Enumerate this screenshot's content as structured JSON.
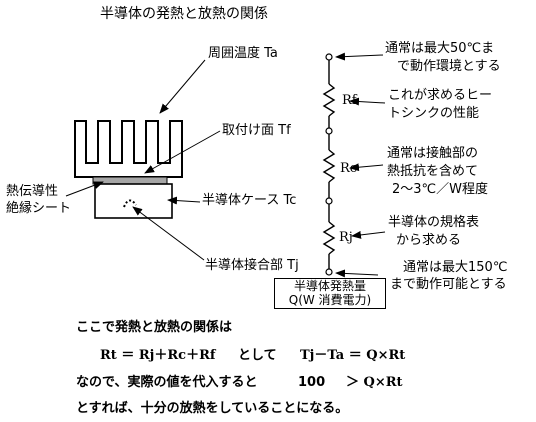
{
  "title": "半導体の発熱と放熱の関係",
  "labels": {
    "ambient": "周囲温度 Ta",
    "mount_surface": "取付け面 Tf",
    "insulating_sheet_1": "熱伝導性",
    "insulating_sheet_2": "絶縁シート",
    "case": "半導体ケース Tc",
    "junction": "半導体接合部 Tj"
  },
  "resistors": {
    "rf": "Rf",
    "rc": "Rc",
    "rj": "Rj"
  },
  "heat_box": {
    "line1": "半導体発熱量",
    "line2": "Q(W  消費電力)"
  },
  "notes": {
    "ta_1": "通常は最大50℃ま",
    "ta_2": "で動作環境とする",
    "rf_1": "これが求めるヒー",
    "rf_2": "トシンクの性能",
    "rc_1": "通常は接触部の",
    "rc_2": "熱抵抗を含めて",
    "rc_3": "2～3℃／W程度",
    "rj_1": "半導体の規格表",
    "rj_2": "から求める",
    "tj_1": "通常は最大150℃",
    "tj_2": "まで動作可能とする"
  },
  "text": {
    "line1": "ここで発熱と放熱の関係は",
    "line2a": "Rt ＝ Rj＋Rc＋Rf",
    "line2b": "として",
    "line2c": "Tj－Ta  ＝  Q×Rt",
    "line3a": "なので、実際の値を代入すると",
    "line3b": "100",
    "line3c": "＞  Q×Rt",
    "line4": "とすれば、十分の放熱をしていることになる。"
  }
}
